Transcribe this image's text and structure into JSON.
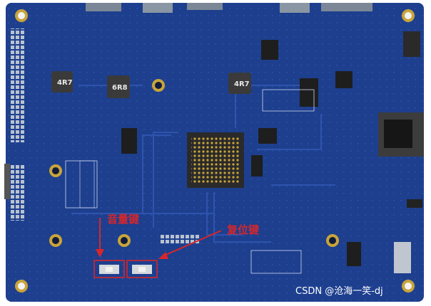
{
  "annotations": {
    "volume_key": "音量键",
    "reset_key": "复位键"
  },
  "watermark": "CSDN @沧海一笑-dj",
  "components": {
    "inductor_left": "4R7",
    "inductor_middle": "6R8",
    "inductor_right": "4R7"
  },
  "colors": {
    "board": "#1d3f8e",
    "callout": "#d8262a",
    "pad_gold": "#c9a43a"
  }
}
